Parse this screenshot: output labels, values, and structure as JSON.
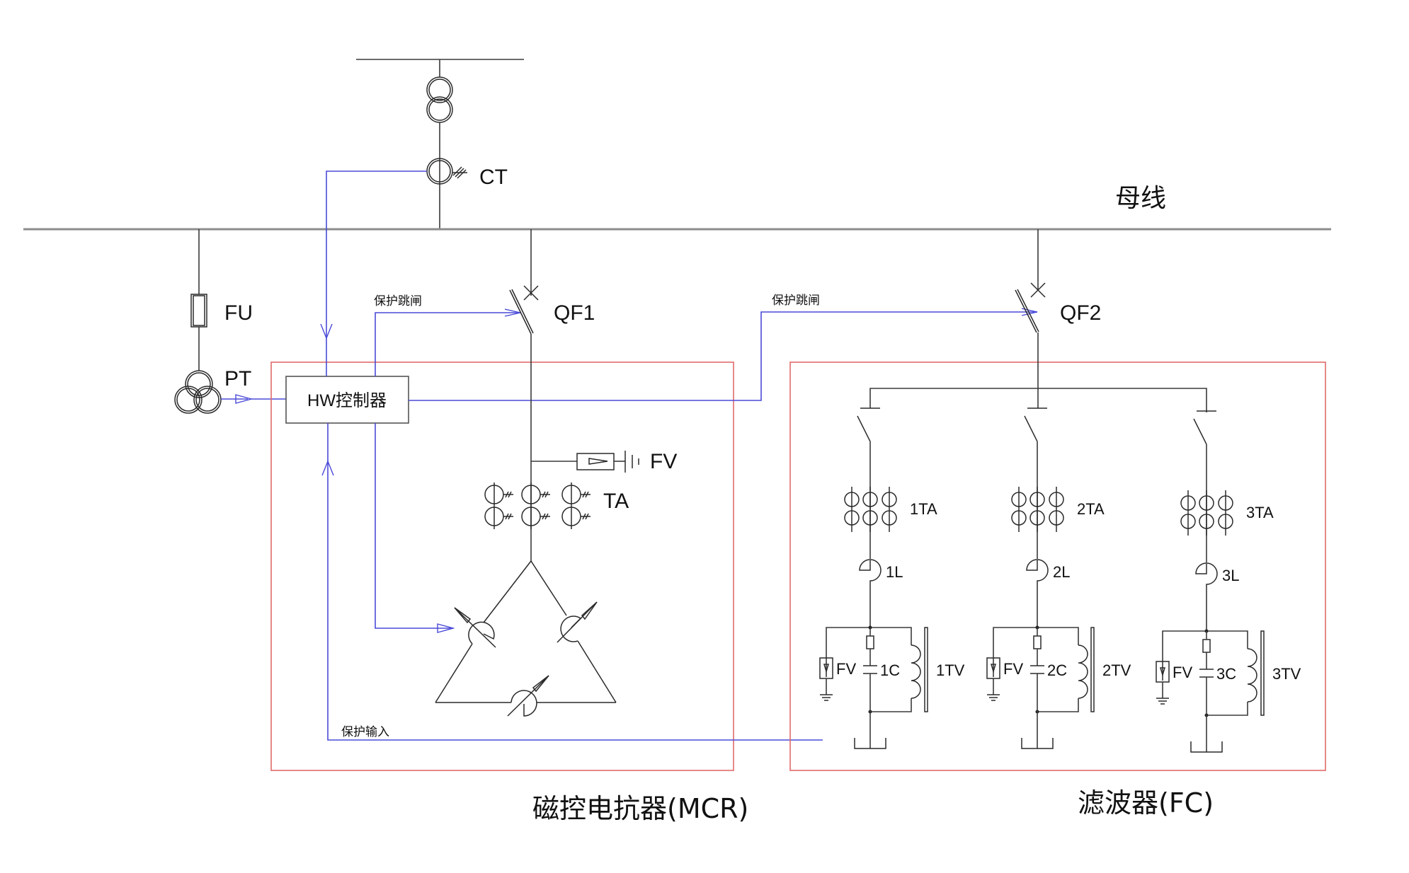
{
  "diagram": {
    "type": "electrical single-line diagram",
    "colors": {
      "power_wire": "#3a3a3a",
      "bus": "#8c8c8c",
      "control_signal": "#4a4ad8",
      "group_frame": "#e06a6a"
    },
    "labels": {
      "bus": "母线",
      "ct": "CT",
      "fu": "FU",
      "pt": "PT",
      "qf1": "QF1",
      "qf2": "QF2",
      "fv_main": "FV",
      "ta_main": "TA",
      "controller": "HW控制器",
      "trip1": "保护跳闸",
      "trip2": "保护跳闸",
      "protect_input": "保护输入",
      "mcr_title": "磁控电抗器(MCR)",
      "fc_title": "滤波器(FC)"
    },
    "filter_branches": [
      {
        "ta": "1TA",
        "l": "1L",
        "fv": "FV",
        "c": "1C",
        "tv": "1TV"
      },
      {
        "ta": "2TA",
        "l": "2L",
        "fv": "FV",
        "c": "2C",
        "tv": "2TV"
      },
      {
        "ta": "3TA",
        "l": "3L",
        "fv": "FV",
        "c": "3C",
        "tv": "3TV"
      }
    ]
  }
}
